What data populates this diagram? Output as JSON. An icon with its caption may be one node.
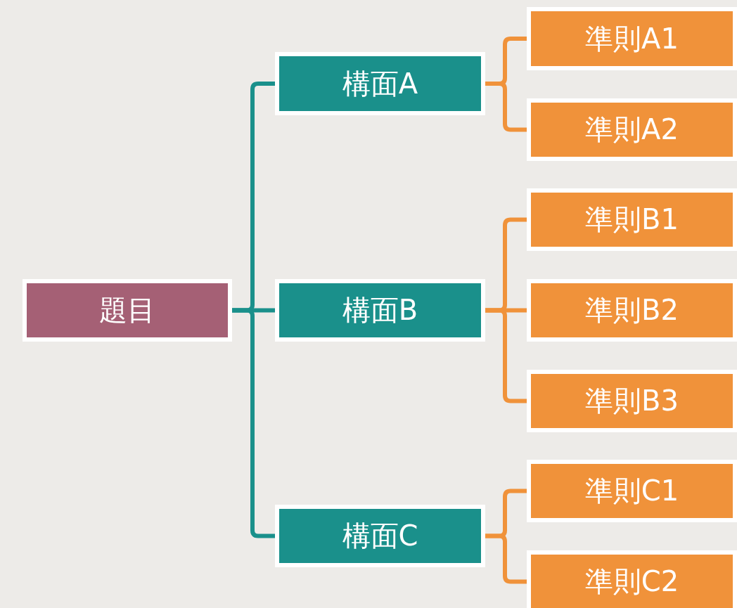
{
  "diagram": {
    "nodes": [
      {
        "text": [
          "題目"
        ]
      },
      {
        "text": [
          "構面A"
        ]
      },
      {
        "text": [
          "構面B"
        ]
      },
      {
        "text": [
          "構面C"
        ]
      },
      {
        "text": [
          "準則A1"
        ]
      },
      {
        "text": [
          "準則A2"
        ]
      },
      {
        "text": [
          "準則B1"
        ]
      },
      {
        "text": [
          "準則B2"
        ]
      },
      {
        "text": [
          "準則B3"
        ]
      },
      {
        "text": [
          "準則C1"
        ]
      },
      {
        "text": [
          "準則C2"
        ]
      }
    ],
    "edges": [
      {
        "from": 0,
        "to": 1,
        "arrow": "none",
        "color": "#1a908b"
      },
      {
        "from": 0,
        "to": 2,
        "arrow": "none",
        "color": "#1a908b"
      },
      {
        "from": 0,
        "to": 3,
        "arrow": "none",
        "color": "#1a908b"
      },
      {
        "from": 1,
        "to": 4,
        "arrow": "none"
      },
      {
        "from": 1,
        "to": 5,
        "arrow": "none"
      },
      {
        "from": 2,
        "to": 6,
        "arrow": "none"
      },
      {
        "from": 2,
        "to": 7,
        "arrow": "none"
      },
      {
        "from": 2,
        "to": 8,
        "arrow": "none"
      },
      {
        "from": 3,
        "to": 9,
        "arrow": "none"
      },
      {
        "from": 3,
        "to": 10,
        "arrow": "none"
      }
    ]
  }
}
